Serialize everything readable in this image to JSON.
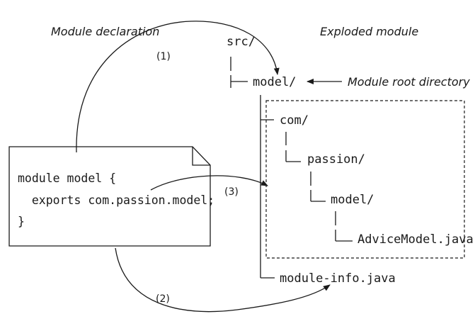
{
  "labels": {
    "module_declaration": "Module declaration",
    "exploded_module": "Exploded module",
    "module_root_directory": "Module root directory"
  },
  "markers": {
    "one": "(1)",
    "two": "(2)",
    "three": "(3)"
  },
  "tree": {
    "src": "src/",
    "model": "model/",
    "com": "com/",
    "passion": "passion/",
    "model_pkg": "model/",
    "advice_model": "AdviceModel.java",
    "module_info": "module-info.java"
  },
  "code": {
    "line1": "module model {",
    "line2": "  exports com.passion.model;",
    "line3": "}"
  },
  "colors": {
    "ink": "#1a1a1a",
    "background": "#ffffff"
  }
}
